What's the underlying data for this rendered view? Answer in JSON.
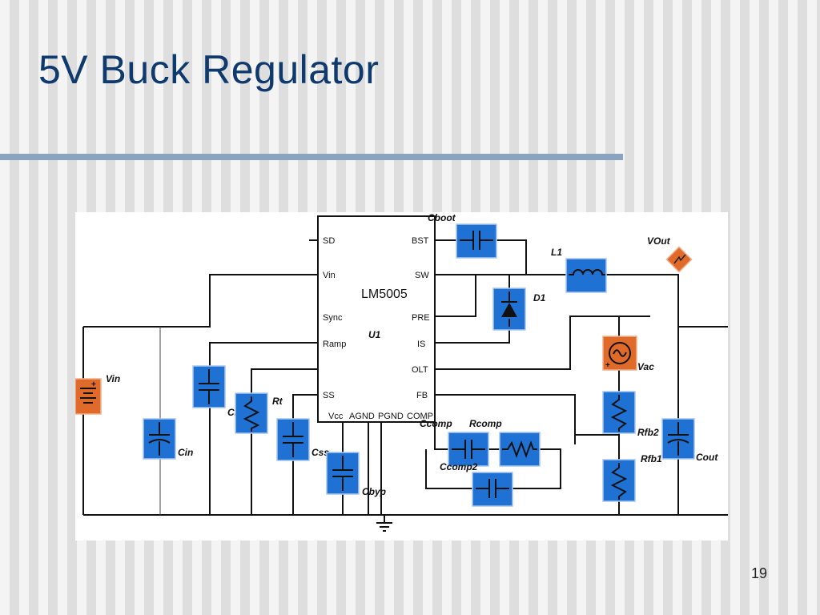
{
  "slide": {
    "title": "5V Buck Regulator",
    "page_number": "19"
  },
  "ic": {
    "part": "LM5005",
    "ref": "U1",
    "pins": {
      "sd": "SD",
      "vin": "Vin",
      "sync": "Sync",
      "ramp": "Ramp",
      "ss": "SS",
      "vcc": "Vcc",
      "bst": "BST",
      "sw": "SW",
      "pre": "PRE",
      "is": "IS",
      "olt": "OLT",
      "fb": "FB",
      "agnd": "AGND",
      "pgnd": "PGND",
      "comp": "COMP"
    }
  },
  "components": {
    "cboot": "Cboot",
    "l1": "L1",
    "vout": "VOut",
    "d1": "D1",
    "vin": "Vin",
    "vac": "Vac",
    "cin": "Cin",
    "cramp": "Cramp",
    "rt": "Rt",
    "css": "Css",
    "cbyp": "Cbyp",
    "ccomp": "Ccomp",
    "rcomp": "Rcomp",
    "ccomp2": "Ccomp2",
    "rfb2": "Rfb2",
    "rfb1": "Rfb1",
    "cout": "Cout"
  }
}
